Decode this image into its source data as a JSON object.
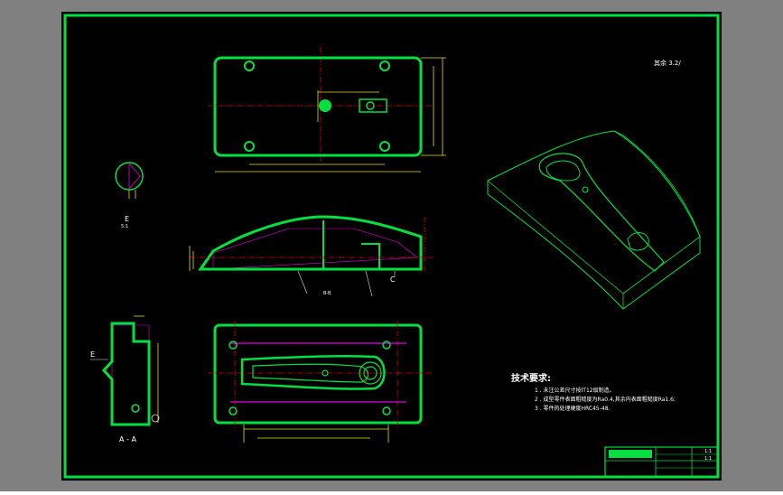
{
  "colors": {
    "background": "#808080",
    "sheet": "#000000",
    "outline": "#00e040",
    "dimension": "#e8e000",
    "centerline": "#e00000",
    "hatch": "#e000e0",
    "text": "#ffffff"
  },
  "drawing": {
    "roughness_note": "其余 3.2/",
    "detail_label": "E",
    "detail_scale": "5:1",
    "section_label_left": "A - A",
    "section_label_mid": "B-B",
    "leader_label_e": "E",
    "circle_label": "C"
  },
  "technical_requirements": {
    "title": "技术要求:",
    "items": [
      "1 . 未注公差尺寸按IT12级制造。",
      "2 . 成型零件表面粗糙度为Ra0.4,其余内表面粗糙度Ra1.6;",
      "3 . 零件热处理硬度HRC45-48."
    ]
  },
  "title_block": {
    "scale": "1:1",
    "sheet": "1:1"
  }
}
